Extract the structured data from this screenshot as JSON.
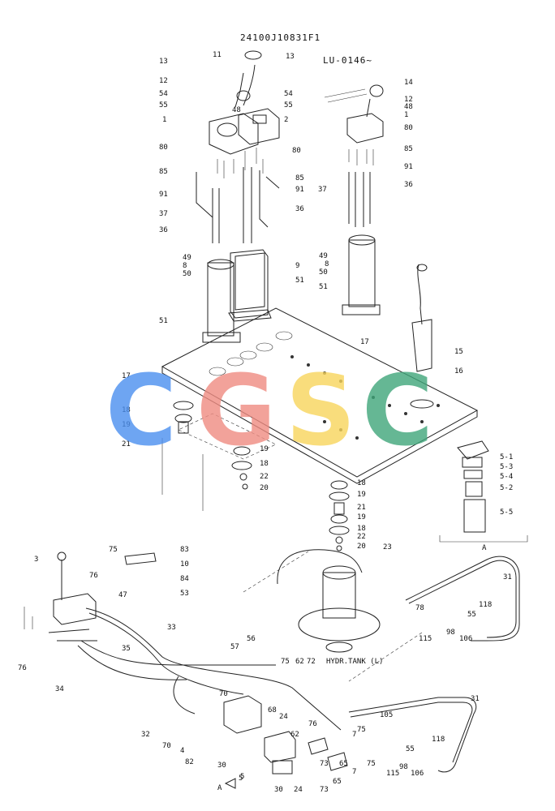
{
  "header": {
    "drawing_number": "24100J10831F1",
    "serial_range": "LU-0146~"
  },
  "watermark": {
    "letters": [
      "C",
      "G",
      "S",
      "C"
    ],
    "colors": [
      "#4a8ff0",
      "#f08c82",
      "#f8d55c",
      "#3fa67a"
    ]
  },
  "inset": {
    "label": "A"
  },
  "section_marker": {
    "label": "A",
    "ref": "5"
  },
  "tank_label": "HYDR.TANK (L)",
  "callouts": [
    "11",
    "13",
    "13",
    "12",
    "54",
    "55",
    "48",
    "2",
    "1",
    "54",
    "55",
    "14",
    "12",
    "48",
    "1",
    "80",
    "80",
    "80",
    "85",
    "85",
    "85",
    "91",
    "91",
    "91",
    "37",
    "37",
    "36",
    "36",
    "36",
    "49",
    "8",
    "50",
    "49",
    "8",
    "50",
    "9",
    "51",
    "51",
    "51",
    "17",
    "17",
    "15",
    "16",
    "18",
    "19",
    "21",
    "19",
    "18",
    "22",
    "20",
    "18",
    "19",
    "21",
    "19",
    "18",
    "22",
    "20",
    "5-1",
    "5-3",
    "5-4",
    "5-2",
    "5-5",
    "3",
    "75",
    "83",
    "10",
    "84",
    "53",
    "76",
    "47",
    "33",
    "35",
    "34",
    "76",
    "23",
    "31",
    "78",
    "118",
    "55",
    "98",
    "115",
    "106",
    "57",
    "56",
    "75",
    "62",
    "72",
    "70",
    "68",
    "24",
    "82",
    "30",
    "76",
    "75",
    "65",
    "7",
    "4",
    "70",
    "32",
    "5",
    "30",
    "24",
    "62",
    "73",
    "73",
    "65",
    "7",
    "75",
    "31",
    "105",
    "118",
    "55",
    "98",
    "115",
    "106"
  ]
}
